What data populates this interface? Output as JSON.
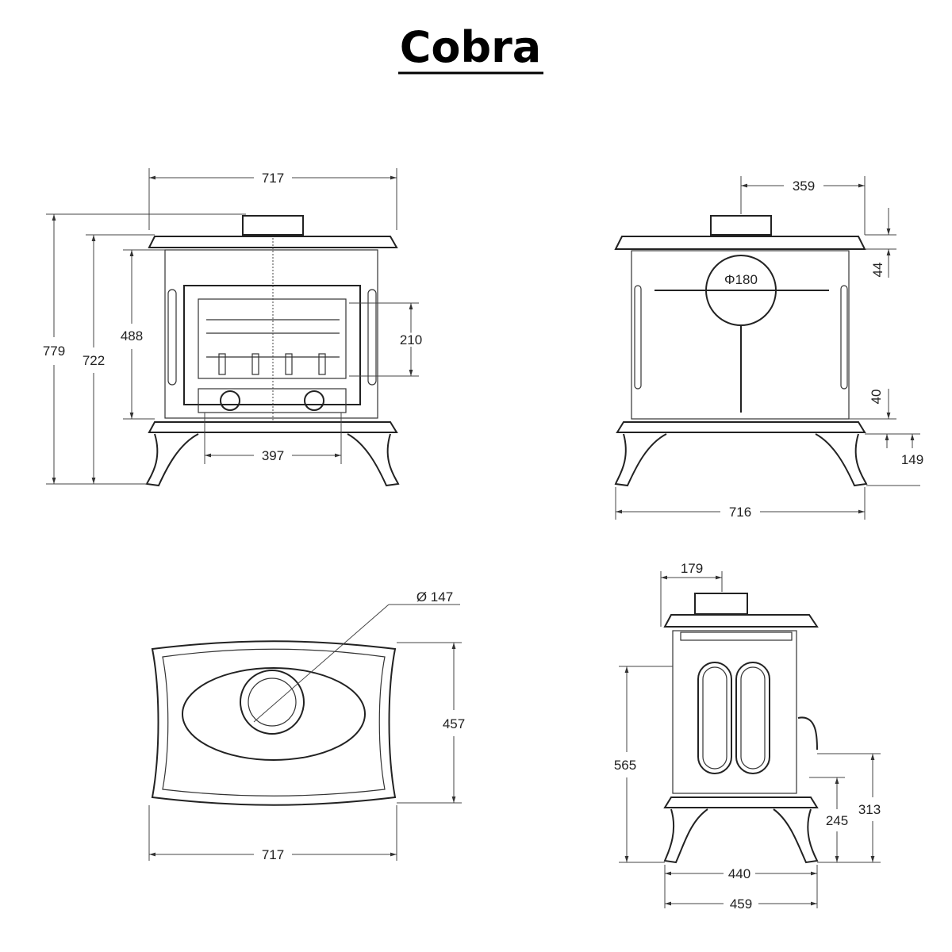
{
  "title": "Cobra",
  "front_view": {
    "width_top": "717",
    "height_total": "779",
    "height_flue": "722",
    "height_body": "488",
    "door_height": "210",
    "door_width": "397"
  },
  "back_view": {
    "half_width": "359",
    "top_offset": "44",
    "flue_diameter": "Φ180",
    "bottom_offset": "40",
    "leg_height": "149",
    "width": "716"
  },
  "top_view": {
    "flue_diameter": "Ø 147",
    "depth": "457",
    "width": "717"
  },
  "side_view": {
    "flue_offset": "179",
    "outlet_height": "565",
    "air_height_upper": "313",
    "air_height_lower": "245",
    "depth_body": "440",
    "depth_total": "459"
  }
}
